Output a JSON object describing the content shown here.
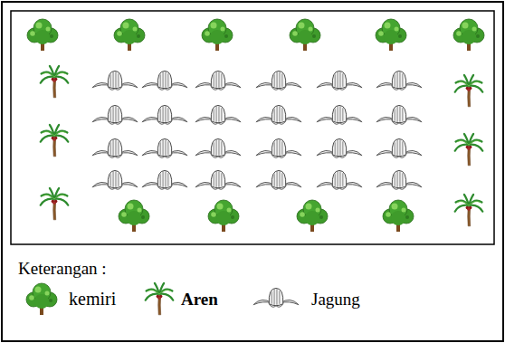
{
  "diagram": {
    "labels": [
      "Keterangan :"
    ],
    "legend": [
      {
        "text": "kemiri"
      },
      {
        "text": "Aren"
      },
      {
        "text": "Jagung"
      }
    ]
  }
}
